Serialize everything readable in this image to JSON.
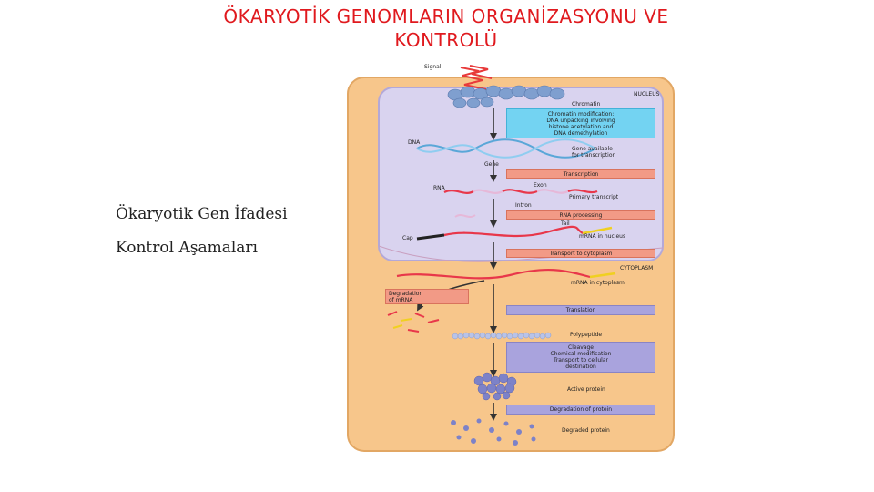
{
  "title": {
    "line1": "ÖKARYOTİK GENOMLARIN ORGANİZASYONU VE",
    "line2": "KONTROLÜ"
  },
  "side_label": {
    "line1": "Ökaryotik Gen İfadesi",
    "line2": "Kontrol Aşamaları"
  },
  "labels": {
    "signal": "Signal",
    "nucleus": "NUCLEUS",
    "chromatin": "Chromatin",
    "chromatin_box": [
      "Chromatin modification:",
      "DNA unpacking involving",
      "histone acetylation and",
      "DNA demethylation"
    ],
    "dna": "DNA",
    "gene_available": [
      "Gene available",
      "for transcription"
    ],
    "gene": "Gene",
    "transcription": "Transcription",
    "rna": "RNA",
    "exon": "Exon",
    "primary_transcript": "Primary transcript",
    "intron": "Intron",
    "rna_processing": "RNA processing",
    "tail": "Tail",
    "cap": "Cap",
    "mrna_nucleus": "mRNA in nucleus",
    "transport_cytoplasm": "Transport to cytoplasm",
    "cytoplasm": "CYTOPLASM",
    "mrna_cytoplasm": "mRNA in cytoplasm",
    "degradation_mrna": [
      "Degradation",
      "of mRNA"
    ],
    "translation": "Translation",
    "polypeptide": "Polypeptide",
    "protein_processing": [
      "Cleavage",
      "Chemical modification",
      "Transport to cellular",
      "destination"
    ],
    "active_protein": "Active protein",
    "degradation_protein": "Degradation of protein",
    "degraded_protein": "Degraded protein"
  },
  "colors": {
    "title": "#e0191e",
    "cell": "#f7c68b",
    "cell_border": "#e2a764",
    "nucleus": "#d9d3ef",
    "nucleus_border": "#b3a8d8",
    "salmon": "#f29a86",
    "lavender": "#a9a3dd",
    "cyan": "#73d3f2",
    "signal": "#e83a3a"
  },
  "icons": [
    "signal-zigzag-icon",
    "chromatin-coil-icon",
    "dna-helix-icon",
    "mrna-strand-icon",
    "polypeptide-chain-icon",
    "protein-blob-icon",
    "flow-arrow-icon"
  ]
}
